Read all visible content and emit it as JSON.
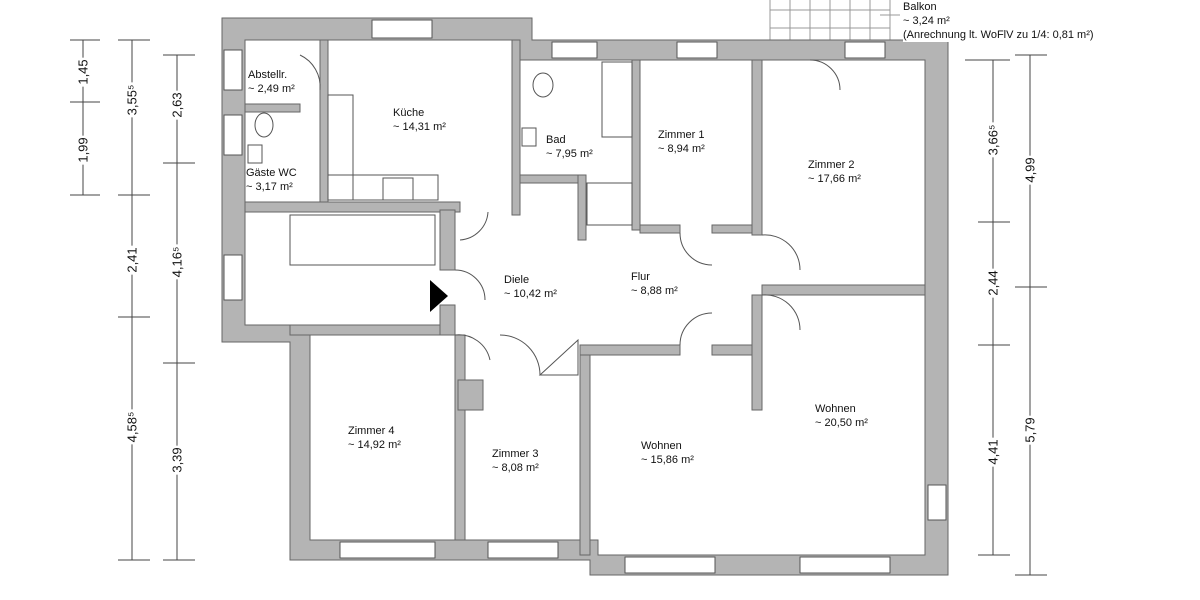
{
  "rooms": [
    {
      "name": "Abstellr.",
      "area": "~ 2,49 m²"
    },
    {
      "name": "Küche",
      "area": "~ 14,31 m²"
    },
    {
      "name": "Gäste WC",
      "area": "~ 3,17 m²"
    },
    {
      "name": "Bad",
      "area": "~ 7,95 m²"
    },
    {
      "name": "Zimmer 1",
      "area": "~ 8,94 m²"
    },
    {
      "name": "Zimmer 2",
      "area": "~ 17,66 m²"
    },
    {
      "name": "Diele",
      "area": "~ 10,42 m²"
    },
    {
      "name": "Flur",
      "area": "~ 8,88 m²"
    },
    {
      "name": "Zimmer 4",
      "area": "~ 14,92 m²"
    },
    {
      "name": "Zimmer 3",
      "area": "~ 8,08 m²"
    },
    {
      "name": "Wohnen",
      "area": "~ 15,86 m²"
    },
    {
      "name": "Wohnen",
      "area": "~ 20,50 m²"
    }
  ],
  "balcony": {
    "name": "Balkon",
    "area": "~ 3,24 m²",
    "note": "(Anrechnung lt. WoFlV zu 1/4: 0,81 m²)"
  },
  "dimensions": {
    "left": [
      "1,45",
      "1,99",
      "3,55⁵",
      "2,41",
      "4,58⁵",
      "2,63",
      "4,16⁵",
      "3,39"
    ],
    "right": [
      "3,66⁵",
      "2,44",
      "4,41",
      "4,99",
      "5,79"
    ]
  },
  "colors": {
    "wall": "#b4b4b4",
    "line": "#444444"
  }
}
